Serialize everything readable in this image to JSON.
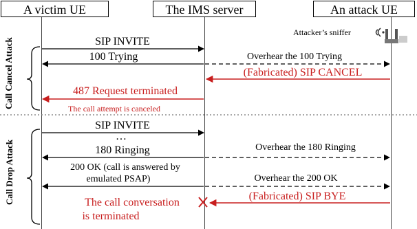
{
  "actors": {
    "victim": "A victim UE",
    "ims": "The IMS server",
    "attacker": "An attack UE"
  },
  "sniffer_label": "Attacker’s sniffer",
  "sections": {
    "cancel": "Call Cancel Attack",
    "drop": "Call Drop Attack"
  },
  "messages": {
    "invite1": "SIP INVITE",
    "trying": "100 Trying",
    "overhear_trying": "Overhear the 100 Trying",
    "fab_cancel": "(Fabricated) SIP CANCEL",
    "req_terminated": "487 Request terminated",
    "attempt_canceled": "The call attempt is canceled",
    "invite2": "SIP INVITE",
    "ellipsis": "…",
    "ringing": "180 Ringing",
    "overhear_ringing": "Overhear the 180 Ringing",
    "ok_line1": "200 OK (call is answered by",
    "ok_line2": "emulated PSAP)",
    "overhear_ok": "Overhear the 200 OK",
    "fab_bye": "(Fabricated) SIP BYE",
    "conv_line1": "The call conversation",
    "conv_line2": "is terminated"
  },
  "colors": {
    "attack": "#c81e1e",
    "normal": "#000000"
  }
}
